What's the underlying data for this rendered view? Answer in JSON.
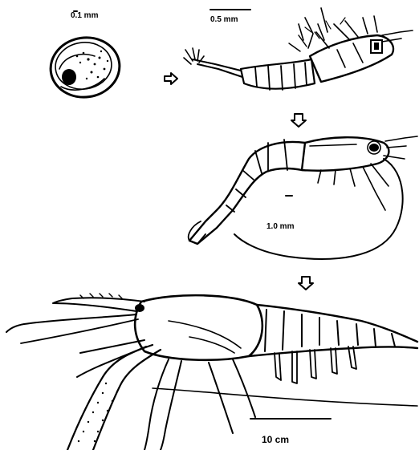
{
  "scale_labels": {
    "egg": "0.1 mm",
    "larva": "0.5 mm",
    "postlarva": "1.0 mm",
    "adult": "10 cm"
  },
  "arrows": [
    "right-arrow",
    "down-arrow",
    "down-arrow"
  ],
  "colors": {
    "ink": "#000000",
    "background": "#ffffff"
  }
}
